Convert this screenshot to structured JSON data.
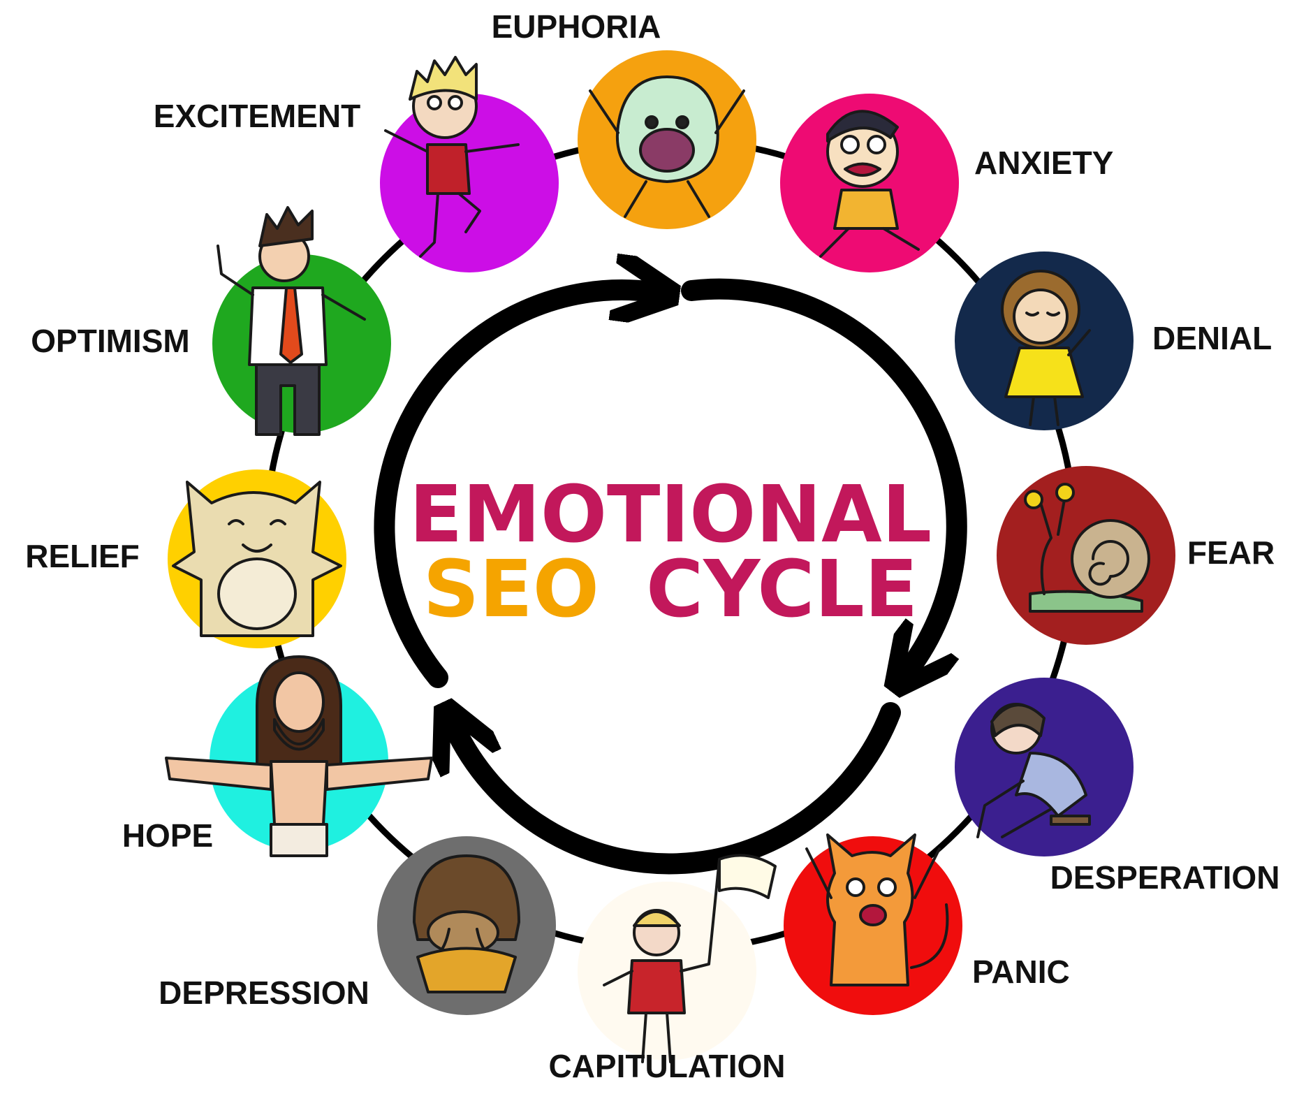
{
  "title": {
    "line1": "EMOTIONAL",
    "line2_a": "SEO",
    "line2_b": "CYCLE",
    "color_primary": "#c2185b",
    "color_accent": "#f5a400"
  },
  "stages": [
    {
      "label": "EUPHORIA",
      "color": "#f5a10f",
      "icon": "euphoric-blob-icon"
    },
    {
      "label": "ANXIETY",
      "color": "#ee0b73",
      "icon": "anxious-runner-icon"
    },
    {
      "label": "DENIAL",
      "color": "#13294b",
      "icon": "denial-girl-icon"
    },
    {
      "label": "FEAR",
      "color": "#a31f1f",
      "icon": "snail-icon"
    },
    {
      "label": "DESPERATION",
      "color": "#3b1f8f",
      "icon": "sitting-woman-icon"
    },
    {
      "label": "PANIC",
      "color": "#f00d0d",
      "icon": "panicked-cat-icon"
    },
    {
      "label": "CAPITULATION",
      "color": "#fffaf0",
      "icon": "white-flag-man-icon"
    },
    {
      "label": "DEPRESSION",
      "color": "#6e6e6e",
      "icon": "crying-kid-icon"
    },
    {
      "label": "HOPE",
      "color": "#1ff0e0",
      "icon": "open-arms-figure-icon"
    },
    {
      "label": "RELIEF",
      "color": "#ffd000",
      "icon": "happy-monster-icon"
    },
    {
      "label": "OPTIMISM",
      "color": "#1fa81f",
      "icon": "businessman-icon"
    },
    {
      "label": "EXCITEMENT",
      "color": "#cc0ee6",
      "icon": "dancing-boy-icon"
    }
  ]
}
